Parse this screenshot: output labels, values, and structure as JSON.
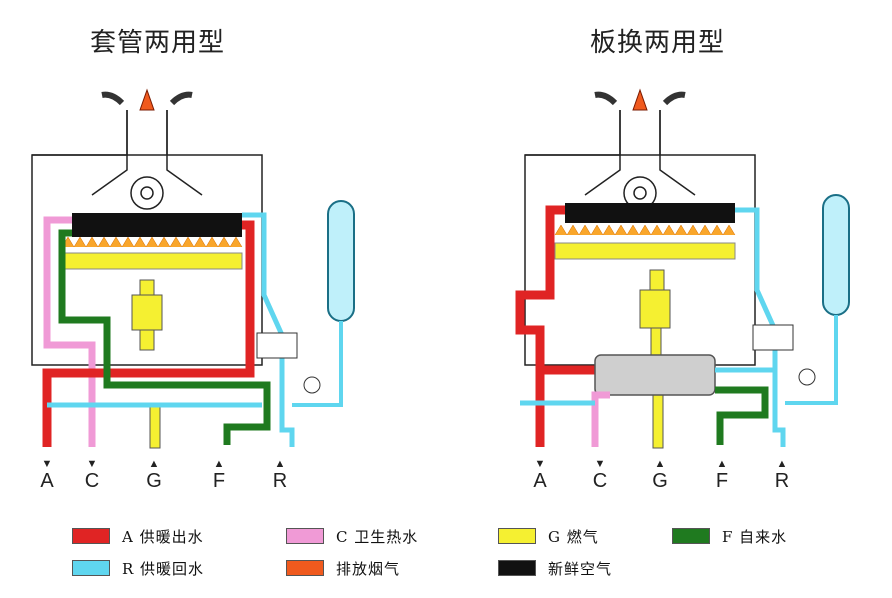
{
  "titles": {
    "left": "套管两用型",
    "right": "板换两用型"
  },
  "ports": [
    {
      "label": "A",
      "arrow": "▼"
    },
    {
      "label": "C",
      "arrow": "▼"
    },
    {
      "label": "G",
      "arrow": "▲"
    },
    {
      "label": "F",
      "arrow": "▲"
    },
    {
      "label": "R",
      "arrow": "▲"
    }
  ],
  "legend": [
    {
      "label": "A 供暖出水",
      "color": "#e02424"
    },
    {
      "label": "C 卫生热水",
      "color": "#f09ad6"
    },
    {
      "label": "G 燃气",
      "color": "#f5f031"
    },
    {
      "label": "F 自来水",
      "color": "#1f7a1f"
    },
    {
      "label": "R 供暖回水",
      "color": "#5fd6ef"
    },
    {
      "label": "排放烟气",
      "color": "#f05a1e"
    },
    {
      "label": "新鲜空气",
      "color": "#111111"
    }
  ],
  "colors": {
    "heating_out": "#e02424",
    "hot_water": "#f09ad6",
    "gas": "#f5f031",
    "tap_water": "#1f7a1f",
    "heating_return": "#5fd6ef",
    "flue": "#f05a1e",
    "fresh_air": "#111111"
  }
}
